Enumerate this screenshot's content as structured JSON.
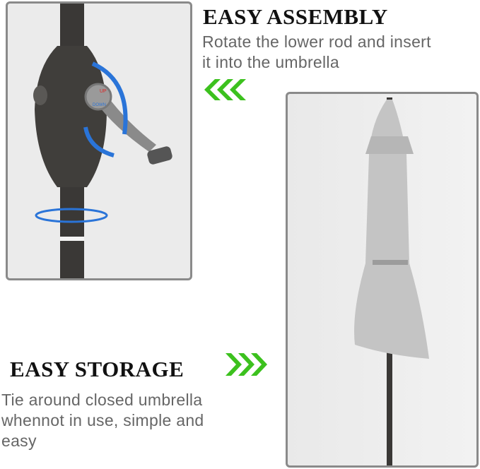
{
  "assembly": {
    "title": "EASY ASSEMBLY",
    "description_lines": [
      "Rotate the lower rod and insert",
      "it into the umbrella"
    ],
    "knob_labels": {
      "up": "UP",
      "down": "DOWN"
    }
  },
  "storage": {
    "title": "EASY STORAGE",
    "description_lines": [
      "Tie around closed umbrella",
      "whennot in use, simple and",
      "easy"
    ]
  },
  "colors": {
    "accent_green": "#3cc11e",
    "arrow_blue": "#2a74d8",
    "pole": "#3a3836",
    "canopy": "#c4c4c4"
  }
}
